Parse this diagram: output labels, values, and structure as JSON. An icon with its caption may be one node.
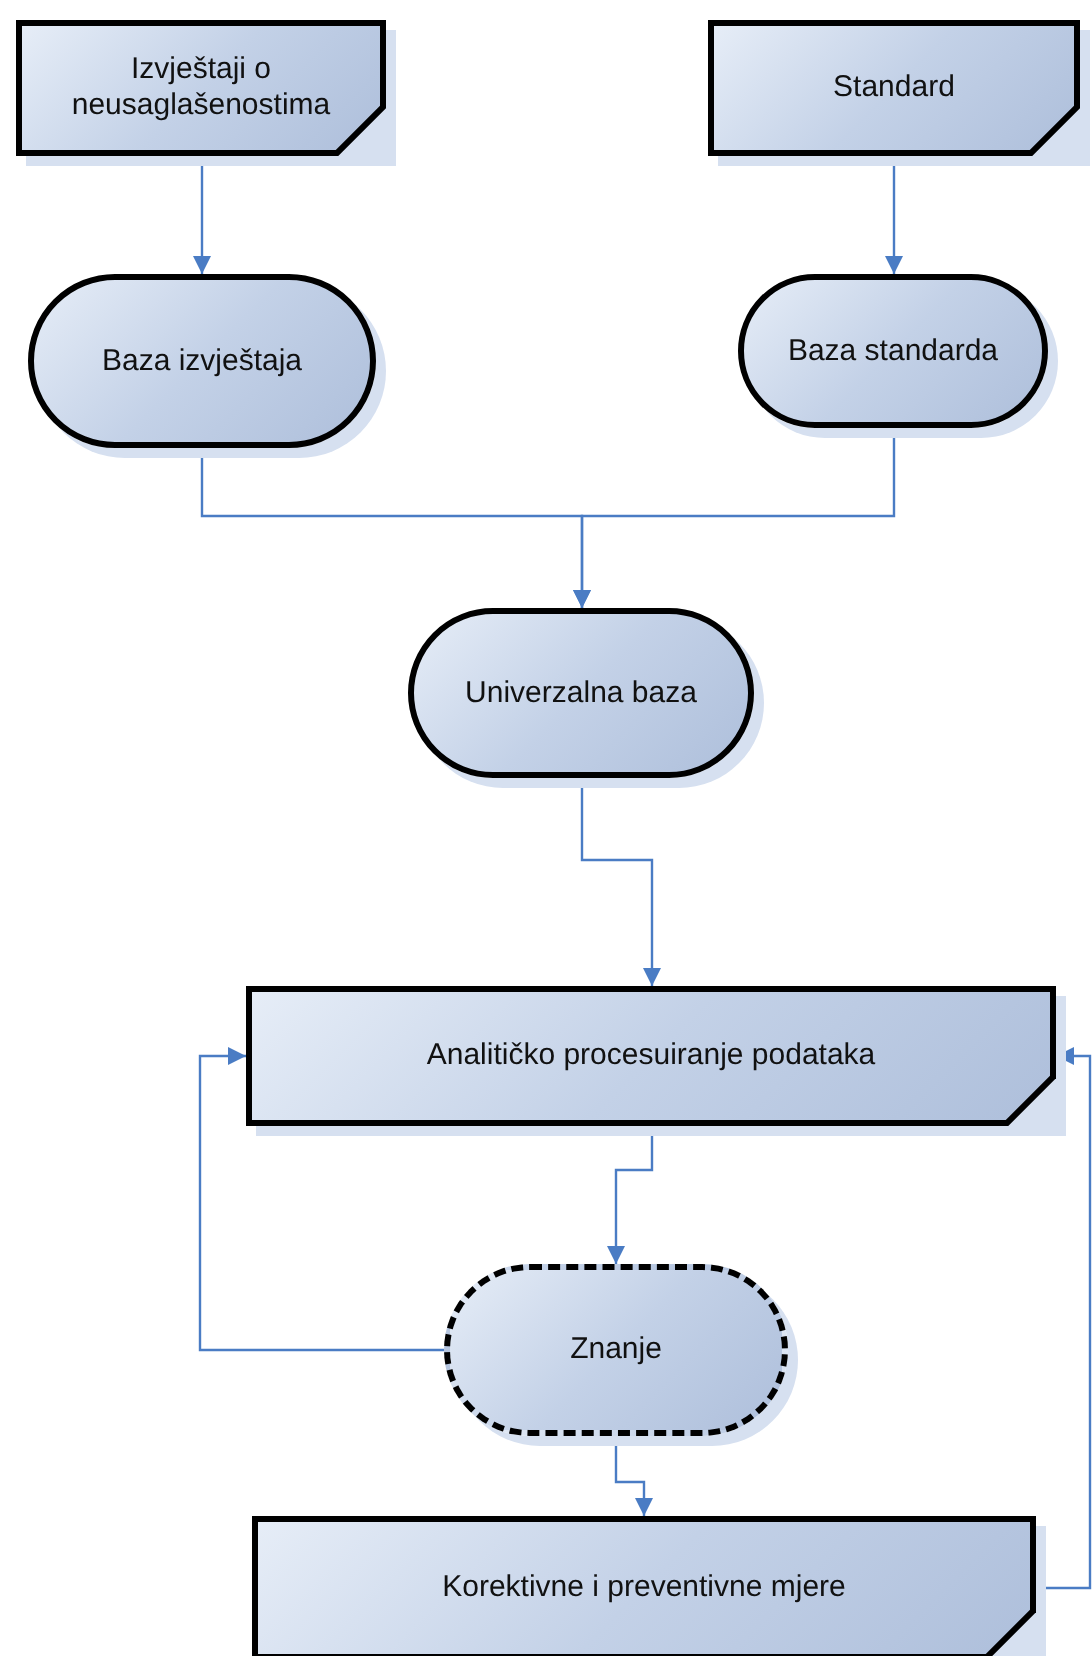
{
  "diagram": {
    "nodes": [
      {
        "text": [
          "Izvještaji o neusaglašenostima"
        ]
      },
      {
        "text": [
          "Standard"
        ]
      },
      {
        "text": [
          "Baza izvještaja"
        ]
      },
      {
        "text": [
          "Baza standarda"
        ]
      },
      {
        "text": [
          "Univerzalna baza"
        ]
      },
      {
        "text": [
          "Analitičko procesuiranje podataka"
        ]
      },
      {
        "text": [
          "Znanje"
        ]
      },
      {
        "text": [
          "Korektivne i preventivne mjere"
        ]
      }
    ],
    "edges": [
      {
        "from": 0,
        "to": 2,
        "arrow": "to"
      },
      {
        "from": 1,
        "to": 3,
        "arrow": "to"
      },
      {
        "from": 2,
        "to": 4,
        "arrow": "to"
      },
      {
        "from": 3,
        "to": 4,
        "arrow": "to"
      },
      {
        "from": 4,
        "to": 5,
        "arrow": "to"
      },
      {
        "from": 5,
        "to": 6,
        "arrow": "to"
      },
      {
        "from": 6,
        "to": 5,
        "arrow": "to"
      },
      {
        "from": 6,
        "to": 7,
        "arrow": "to"
      },
      {
        "from": 7,
        "to": 5,
        "arrow": "to"
      }
    ]
  }
}
